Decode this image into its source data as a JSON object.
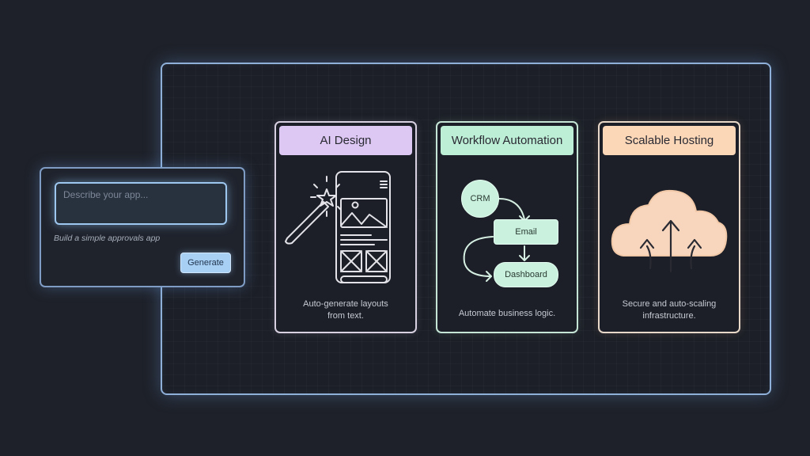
{
  "prompt_panel": {
    "input_placeholder": "Describe your app...",
    "example_text": "Build a simple approvals app",
    "generate_label": "Generate"
  },
  "cards": [
    {
      "title": "AI Design",
      "description_line1": "Auto-generate layouts",
      "description_line2": "from text.",
      "icon": "magic-wand-phone-wireframe",
      "accent": "#dcc8f2"
    },
    {
      "title": "Workflow Automation",
      "description_line1": "Automate business logic.",
      "description_line2": "",
      "icon": "workflow-diagram",
      "accent": "#bdeed6",
      "nodes": [
        "CRM",
        "Email",
        "Dashboard"
      ]
    },
    {
      "title": "Scalable Hosting",
      "description_line1": "Secure and auto-scaling",
      "description_line2": "infrastructure.",
      "icon": "cloud-upload-arrows",
      "accent": "#fbd7b8"
    }
  ],
  "colors": {
    "background": "#1e2129",
    "frame_border": "#8fb0d8",
    "button": "#a8d0f5"
  }
}
